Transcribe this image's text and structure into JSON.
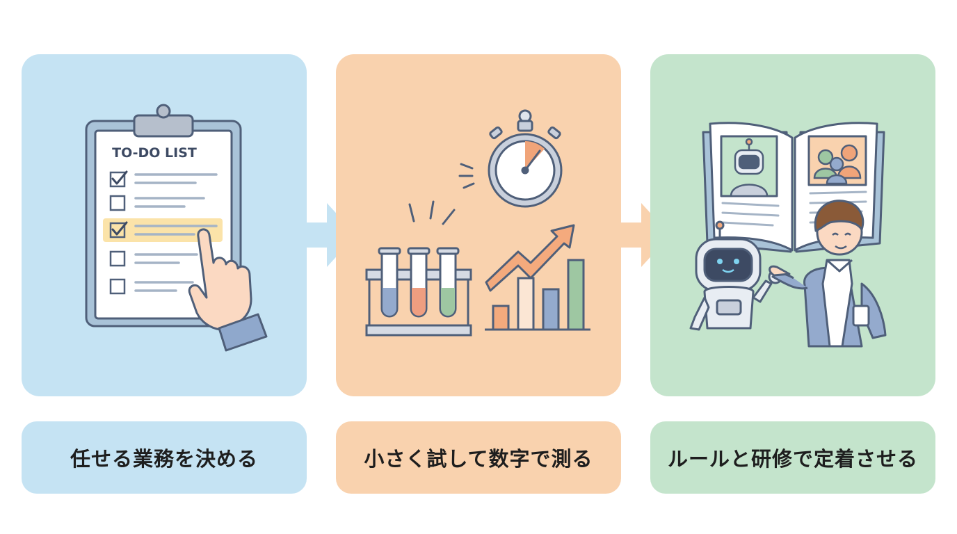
{
  "colors": {
    "step1_bg": "#c5e3f3",
    "step2_bg": "#f9d2ae",
    "step3_bg": "#c4e4cc",
    "arrow1": "#c5e3f3",
    "arrow2": "#f9d2ae",
    "outline": "#4f5f79"
  },
  "steps": [
    {
      "label": "任せる業務を決める",
      "checklist_title": "TO-DO LIST",
      "icons": [
        "clipboard-icon",
        "checkbox-icon",
        "pointing-hand-icon"
      ]
    },
    {
      "label": "小さく試して数字で測る",
      "icons": [
        "stopwatch-icon",
        "test-tubes-icon",
        "rising-bar-chart-icon"
      ]
    },
    {
      "label": "ルールと研修で定着させる",
      "icons": [
        "manual-book-icon",
        "robot-icon",
        "instructor-icon"
      ]
    }
  ]
}
